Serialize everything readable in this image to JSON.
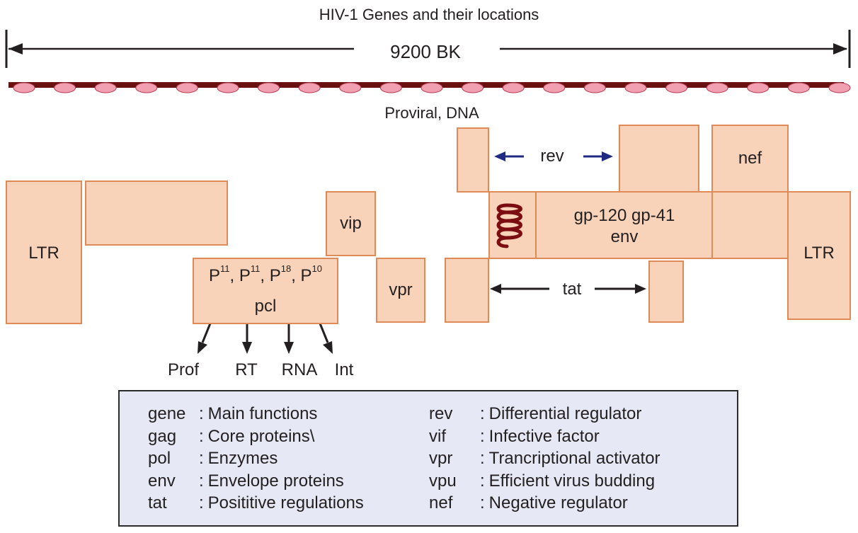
{
  "title": "HIV-1 Genes and their locations",
  "span_label": "9200 BK",
  "dna_label": "Proviral, DNA",
  "genes": {
    "ltr_left": "LTR",
    "ltr_right": "LTR",
    "vip": "vip",
    "vpr": "vpr",
    "rev": "rev",
    "nef": "nef",
    "tat": "tat",
    "env_line1": "gp-120 gp-41",
    "env_line2": "env"
  },
  "pcl": {
    "proteins": [
      {
        "base": "P",
        "sup": "11"
      },
      {
        "base": "P",
        "sup": "11"
      },
      {
        "base": "P",
        "sup": "18"
      },
      {
        "base": "P",
        "sup": "10"
      }
    ],
    "label": "pcl"
  },
  "products": [
    "Prof",
    "RT",
    "RNA",
    "Int"
  ],
  "legend": {
    "left": [
      {
        "gene": "gene",
        "sep": ":",
        "function": "Main functions"
      },
      {
        "gene": "gag",
        "sep": ":",
        "function": "Core proteins\\"
      },
      {
        "gene": "pol",
        "sep": ":",
        "function": "Enzymes"
      },
      {
        "gene": "env",
        "sep": ":",
        "function": "Envelope proteins"
      },
      {
        "gene": "tat",
        "sep": ":",
        "function": "Posititive regulations"
      }
    ],
    "right": [
      {
        "gene": "rev",
        "sep": ":",
        "function": "Differential regulator"
      },
      {
        "gene": "vif",
        "sep": ":",
        "function": "Infective factor"
      },
      {
        "gene": "vpr",
        "sep": ":",
        "function": "Trancriptional activator"
      },
      {
        "gene": "vpu",
        "sep": ":",
        "function": "Efficient virus budding"
      },
      {
        "gene": "nef",
        "sep": ":",
        "function": "Negative regulator"
      }
    ]
  },
  "colors": {
    "box_fill": "#f9d3b9",
    "box_border": "#e08b57",
    "dna_strand": "#6b1010",
    "dna_bead": "#f0a0b0",
    "rev_arrow": "#1f2a80",
    "legend_bg": "#e6e9f5"
  }
}
